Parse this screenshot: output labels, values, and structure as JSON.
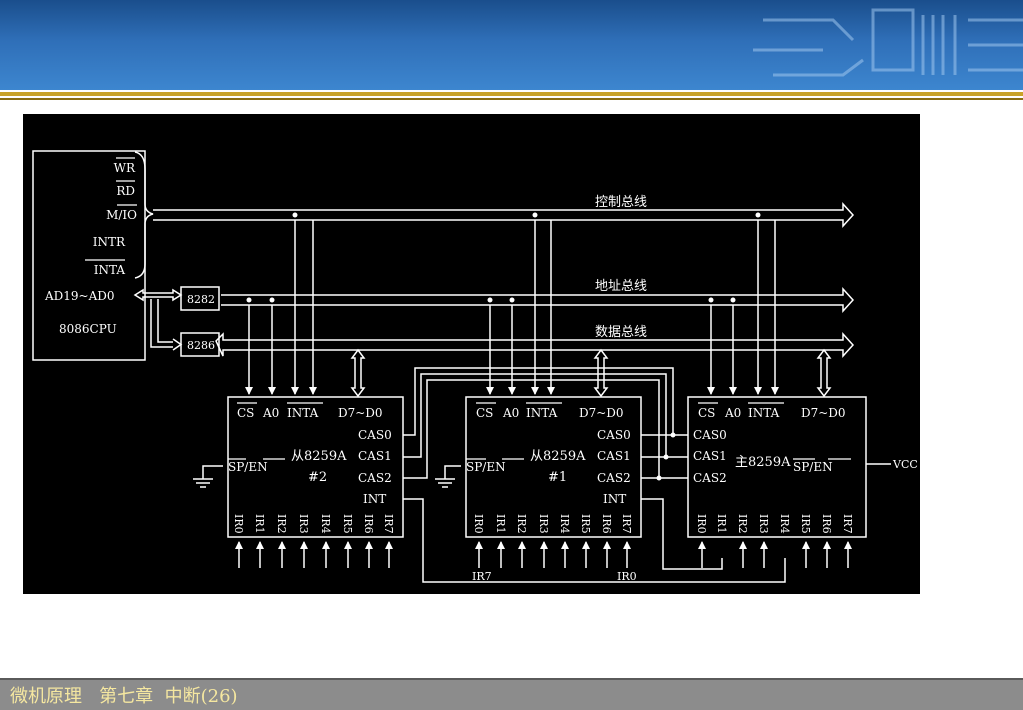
{
  "footer": {
    "text": "微机原理   第七章  中断(26)"
  },
  "colors": {
    "header": "#2f6fb8",
    "gold": "#c9a227",
    "footer": "#8c8c8c",
    "footer_text": "#f5e7a0",
    "diagram_bg": "#000000",
    "diagram_fg": "#ffffff"
  },
  "diagram": {
    "cpu": {
      "signals": [
        "WR",
        "RD",
        "M/IO",
        "INTR",
        "INTA"
      ],
      "ad_label": "AD19~AD0",
      "name": "8086CPU"
    },
    "latch": "8282",
    "transceiver": "8286",
    "buses": {
      "control": "控制总线",
      "address": "地址总线",
      "data": "数据总线"
    },
    "chips": {
      "slave2": {
        "title": "从8259A",
        "id": "#2"
      },
      "slave1": {
        "title": "从8259A",
        "id": "#1"
      },
      "master": {
        "title": "主8259A"
      }
    },
    "pins": {
      "cs": "CS",
      "a0": "A0",
      "inta": "INTA",
      "data": "D7~D0",
      "cas0": "CAS0",
      "cas1": "CAS1",
      "cas2": "CAS2",
      "sp_en": "SP/EN",
      "int": "INT",
      "ir": [
        "IR0",
        "IR1",
        "IR2",
        "IR3",
        "IR4",
        "IR5",
        "IR6",
        "IR7"
      ]
    },
    "vcc": "VCC",
    "cascade_labels": {
      "ir7": "IR7",
      "ir0": "IR0"
    }
  }
}
